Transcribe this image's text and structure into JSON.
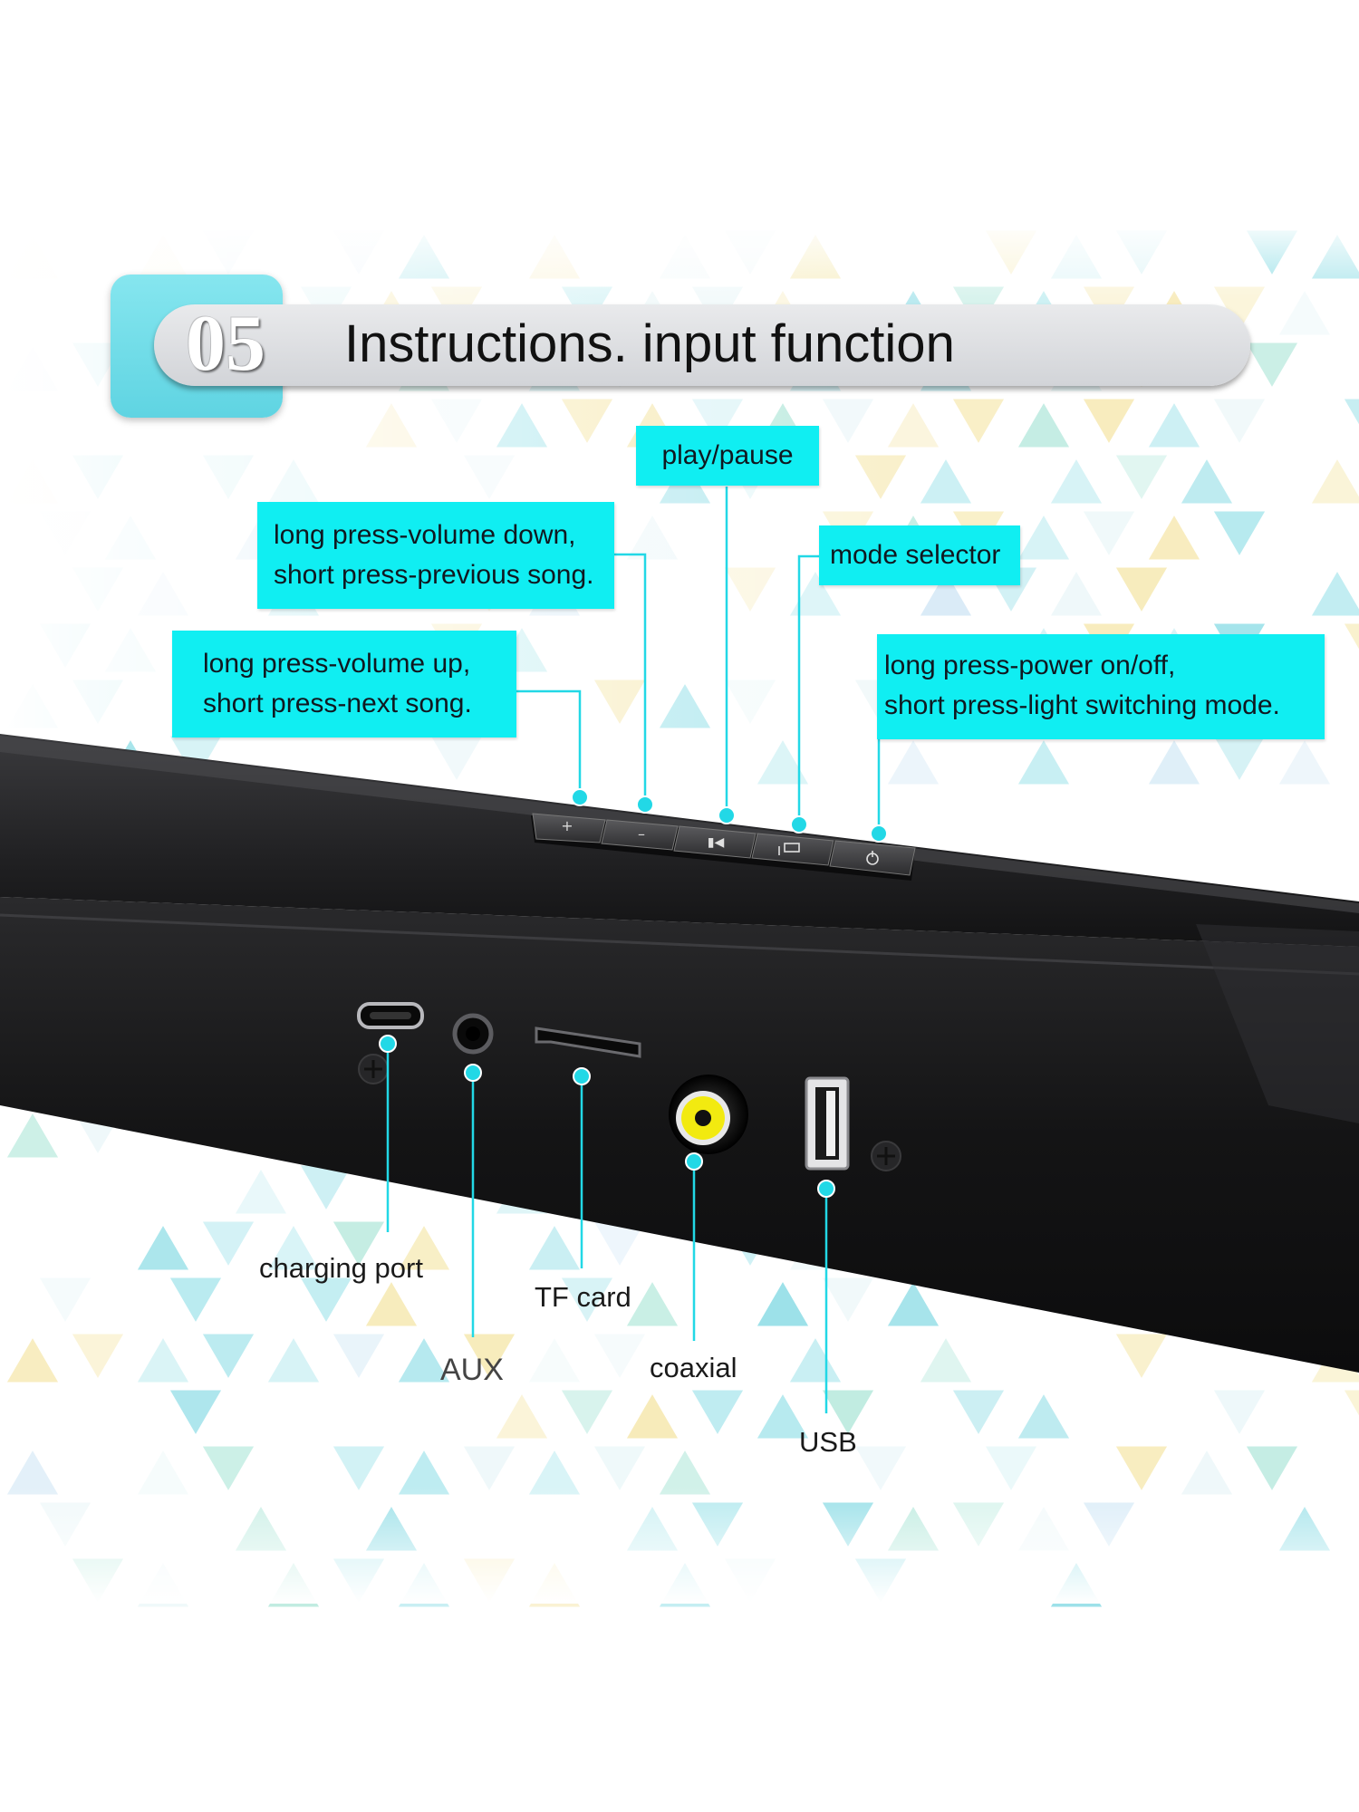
{
  "header": {
    "section_number": "05",
    "title": "Instructions. input function"
  },
  "top_callouts": {
    "play_pause": "play/pause",
    "volume_down": [
      "long press-volume down,",
      "short press-previous song."
    ],
    "mode_selector": "mode selector",
    "volume_up": [
      "long press-volume up,",
      "short press-next song."
    ],
    "power": [
      "long press-power on/off,",
      "short press-light switching mode."
    ]
  },
  "port_labels": {
    "charging_port": "charging port",
    "aux": "AUX",
    "tf_card": "TF card",
    "coaxial": "coaxial",
    "usb": "USB"
  },
  "colors": {
    "accent_cyan": "#10eef2",
    "leader_line": "#22d8e6",
    "speaker_body": "#1b1b1d",
    "coaxial_yellow": "#f2ea10"
  },
  "icons": {
    "plus_button": "plus-icon",
    "minus_button": "minus-icon",
    "play_pause_button": "play-pause-icon",
    "mode_button": "mode-icon",
    "power_button": "power-icon"
  }
}
